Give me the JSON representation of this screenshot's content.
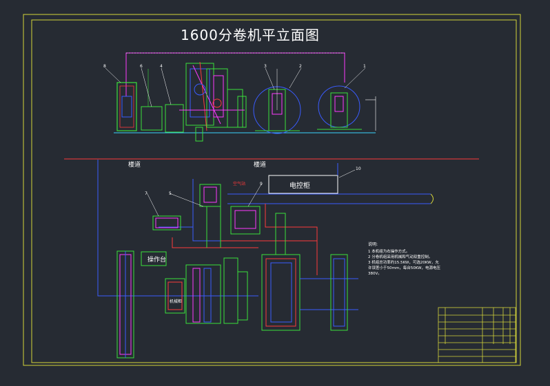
{
  "drawing": {
    "title": "1600分卷机平立面图",
    "labels": {
      "cabinet": "电控柜",
      "walkway_left": "楼道",
      "walkway_right": "楼道",
      "table_left": "操作台",
      "box_mid": "机械柜",
      "box_small": "空气站"
    },
    "callouts": [
      "1",
      "2",
      "3",
      "4",
      "5",
      "6",
      "7",
      "8",
      "9",
      "10"
    ],
    "notes": {
      "heading": "说明:",
      "items": [
        "1  本机组为右操作方式。",
        "2  分卷机组采用机械和气动双重控制。",
        "3  机组总功率约15.5KW，可选20KW，允许误差小于50mm，每台50KW，电源电压380V。"
      ]
    }
  },
  "colors": {
    "background": "#262b33",
    "frame": "#d4d43a",
    "green": "#3be03b",
    "blue": "#3a5cff",
    "red": "#ff3b3b",
    "magenta": "#ff3bff",
    "cyan": "#3bd4ff",
    "white": "#ffffff"
  }
}
